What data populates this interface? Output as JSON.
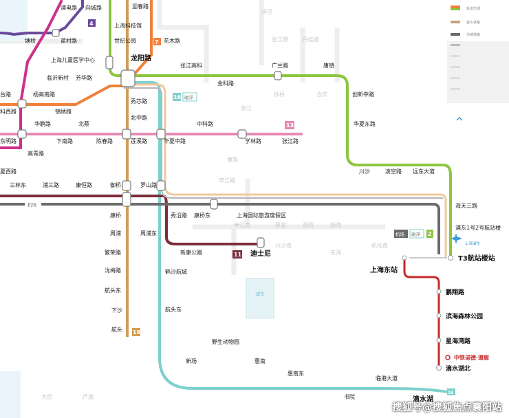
{
  "colors": {
    "line2": "#8cc63f",
    "line7": "#f0813a",
    "line8": "#3d9ad6",
    "line4": "#6a4b9c",
    "line13": "#e88ab6",
    "line16": "#7dd0cc",
    "line18": "#d39b55",
    "line11": "#7b2d3b",
    "maglev": "#6b6b6b",
    "line12": "#ce2f8c",
    "new_line": "#c62828",
    "jinshan": "#a0a0a0"
  },
  "stations": {
    "pudian": "浦电路",
    "xiangcheng": "向城路",
    "yingchun": "迎春路",
    "tangqiao": "塘桥",
    "lanchun": "蓝村路",
    "shanghai_tech": "上海科技馆",
    "shiji_park": "世纪公园",
    "huamu": "花木路",
    "children_hosp": "上海儿童医学中心",
    "longyang": "龙阳路",
    "linyi": "临沂新村",
    "fanghua": "芳华路",
    "zhangjiang_hi": "张江高科",
    "guanglan": "广兰路",
    "tangzhen": "唐镇",
    "jinke": "金科路",
    "chuangxin": "创新中路",
    "xtai": "台路",
    "yanggao_s": "杨高南路",
    "jinxiu": "锦绣路",
    "xke_w": "科西路",
    "huapeng": "华鹏路",
    "beicai": "北蔡",
    "huaxia_e": "华夏东路",
    "xiunan": "秀芯路",
    "dongming": "东明路",
    "xianan": "下南路",
    "chenchun": "陈春路",
    "lianxi": "莲溪路",
    "huaxia_mid": "华夏中路",
    "zhongke": "中科路",
    "xuelin": "学林路",
    "zhangjiang_rd": "张江路",
    "gaoqing": "高青路",
    "chuansha": "川沙",
    "lingkong": "凌空路",
    "yuandong": "远东大道",
    "xiaxi": "夏西路",
    "sanlin_e": "三林东",
    "pusan": "浦三路",
    "kangheng": "康恒路",
    "yuqiao": "御桥",
    "luoshan": "罗山路",
    "haitian3": "海天三路",
    "xiuyan": "秀沿路",
    "kangqiao_e": "康桥东",
    "intl_resort": "上海国际旅游度假区",
    "pudong_t12": "浦东1号2号航站楼",
    "kangqiao": "康桥",
    "zhouqiao": "周浦",
    "zhoupu_e": "周浦东",
    "xinkang": "新康公路",
    "disney": "迪士尼",
    "fanrong": "繁荣路",
    "shanghai_east": "上海东站",
    "t3": "T3航站楼站",
    "shenmei": "沈梅路",
    "hesha": "鹤沙航城",
    "heyang": "鹏翔路",
    "hangtou": "航头东",
    "binhai_forest": "滨海森林公园",
    "xiasha": "下沙",
    "hangtou2": "航头",
    "xinghai_bay": "星海湾路",
    "zhongtie": "中铁诺德·璟宸",
    "dishui_n": "滴水湖北",
    "safari": "野生动物园",
    "xinchang": "新场",
    "huinan": "惠南",
    "huinan_e": "惠南东",
    "lingang": "临港大道",
    "shuyuan": "书院",
    "dishui": "滴水湖"
  },
  "line_badges": {
    "l4": "4",
    "l7": "7",
    "l13": "13",
    "l11": "11",
    "l18": "18",
    "l16": "16",
    "l2": "2"
  },
  "tags": {
    "express": "磁浮",
    "maglev": "机场",
    "airport_line": "机场",
    "express2": "磁浮",
    "tag_sr": "磁浮",
    "express3": "磁浮"
  },
  "legend": [
    "轨道交通",
    "金山铁路",
    "市域铁路",
    "",
    "",
    "",
    "",
    "",
    "",
    ""
  ],
  "airport_label": "上海浦东",
  "faint_area": "浦东",
  "watermark": "搜狐号@搜狐焦点襄阳站"
}
